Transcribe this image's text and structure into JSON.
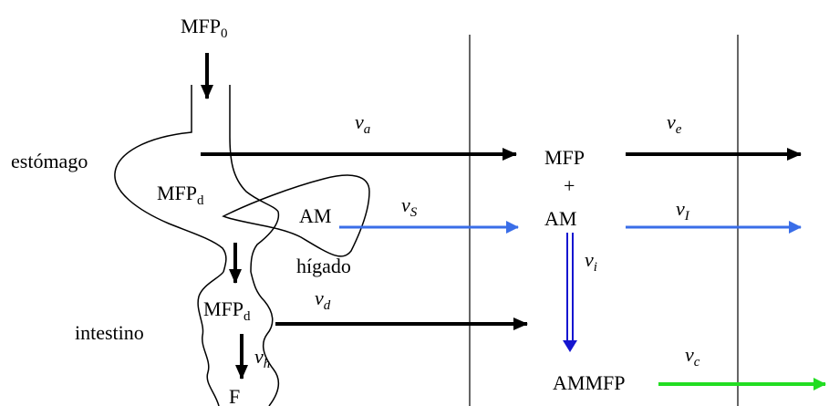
{
  "labels": {
    "mfp0_base": "MFP",
    "mfp0_sub": "0",
    "estomago": "estómago",
    "mfpd1_base": "MFP",
    "mfpd1_sub": "d",
    "am_liver": "AM",
    "higado": "hígado",
    "mfpd2_base": "MFP",
    "mfpd2_sub": "d",
    "intestino": "intestino",
    "f_label": "F",
    "mfp_plasma": "MFP",
    "plus": "+",
    "am_plasma": "AM",
    "ammfp": "AMMFP"
  },
  "rates": {
    "va": {
      "base": "v",
      "sub": "a"
    },
    "vs": {
      "base": "v",
      "sub": "S"
    },
    "vd": {
      "base": "v",
      "sub": "d"
    },
    "vh": {
      "base": "v",
      "sub": "h"
    },
    "ve": {
      "base": "v",
      "sub": "e"
    },
    "vI": {
      "base": "v",
      "sub": "I"
    },
    "vi": {
      "base": "v",
      "sub": "i"
    },
    "vc": {
      "base": "v",
      "sub": "c"
    }
  },
  "colors": {
    "black_arrow": "#000000",
    "blue_arrow": "#3a6ee8",
    "deep_blue_arrow": "#1515d0",
    "green_arrow": "#22dd22"
  }
}
